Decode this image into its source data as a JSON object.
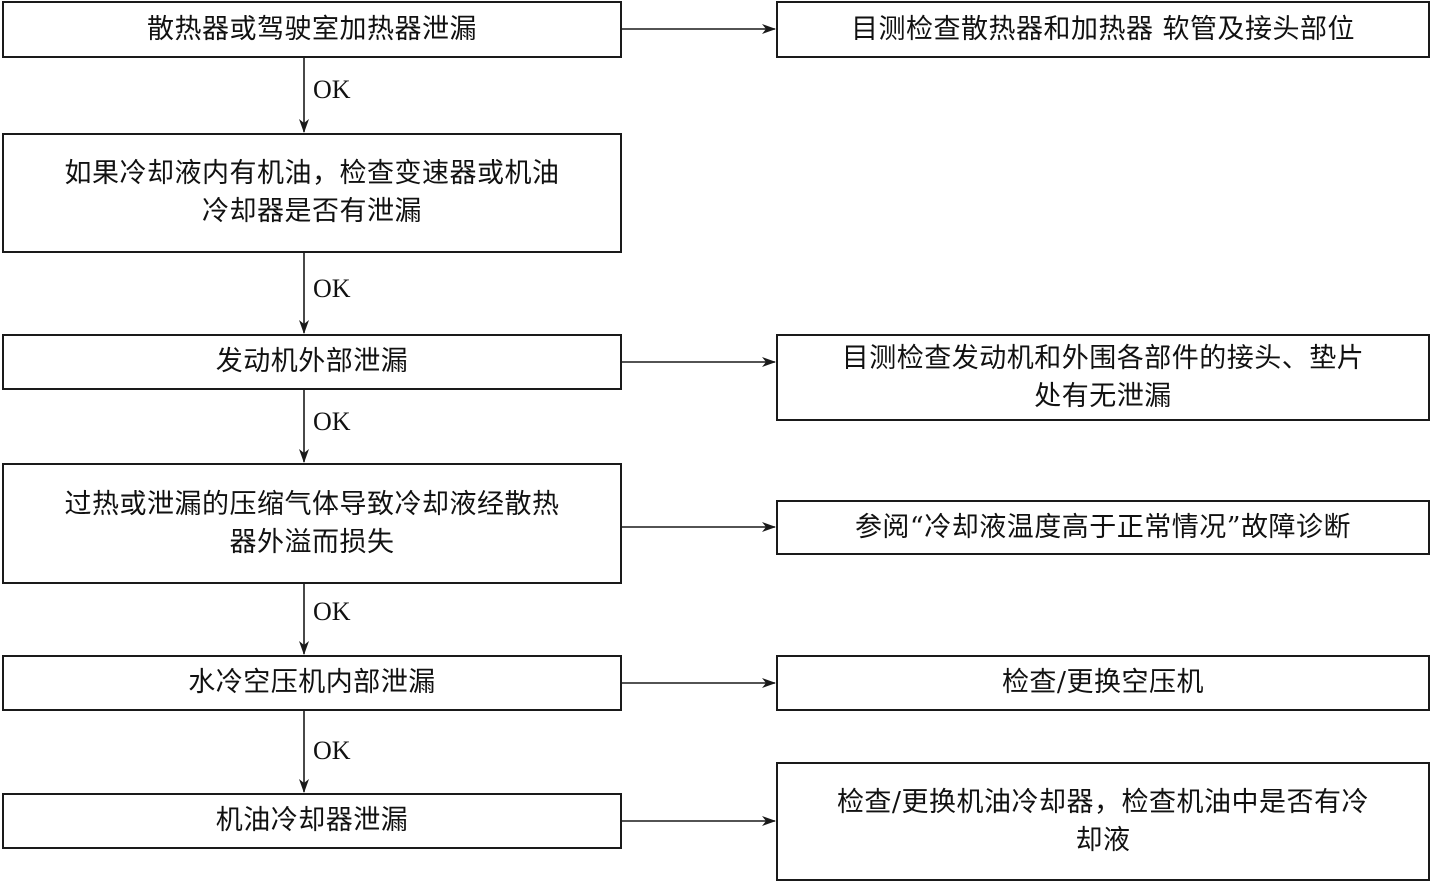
{
  "flow": {
    "steps": [
      {
        "lines": [
          "散热器或驾驶室加热器泄漏"
        ]
      },
      {
        "lines": [
          "如果冷却液内有机油，检查变速器或机油",
          "冷却器是否有泄漏"
        ]
      },
      {
        "lines": [
          "发动机外部泄漏"
        ]
      },
      {
        "lines": [
          "过热或泄漏的压缩气体导致冷却液经散热",
          "器外溢而损失"
        ]
      },
      {
        "lines": [
          "水冷空压机内部泄漏"
        ]
      },
      {
        "lines": [
          "机油冷却器泄漏"
        ]
      }
    ],
    "actions": [
      {
        "lines": [
          "目测检查散热器和加热器 软管及接头部位"
        ]
      },
      {
        "lines": [
          "目测检查发动机和外围各部件的接头、垫片",
          "处有无泄漏"
        ]
      },
      {
        "lines": [
          "参阅“冷却液温度高于正常情况”故障诊断"
        ]
      },
      {
        "lines": [
          "检查/更换空压机"
        ]
      },
      {
        "lines": [
          "检查/更换机油冷却器，检查机油中是否有冷",
          "却液"
        ]
      }
    ],
    "ok_label": "OK"
  },
  "colors": {
    "line": "#1a1a1a",
    "text": "#111111",
    "background": "#ffffff"
  }
}
